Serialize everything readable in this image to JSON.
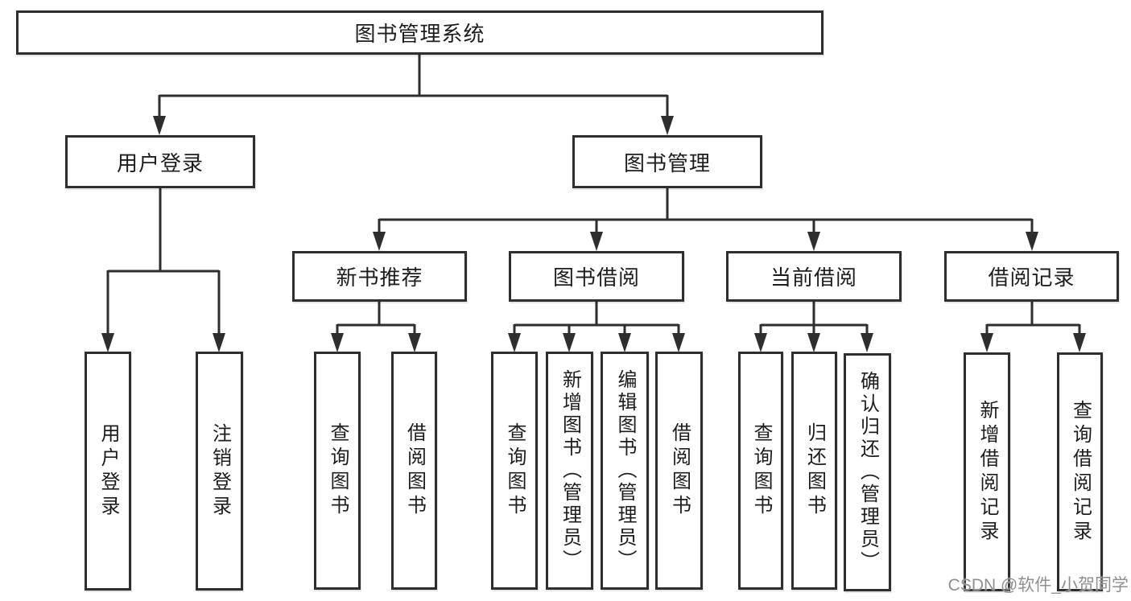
{
  "tree": {
    "root": {
      "label": "图书管理系统",
      "children": [
        {
          "label": "用户登录",
          "children": [
            {
              "label": "用户登录"
            },
            {
              "label": "注销登录"
            }
          ]
        },
        {
          "label": "图书管理",
          "children": [
            {
              "label": "新书推荐",
              "children": [
                {
                  "label": "查询图书"
                },
                {
                  "label": "借阅图书"
                }
              ]
            },
            {
              "label": "图书借阅",
              "children": [
                {
                  "label": "查询图书"
                },
                {
                  "label": "新增图书（管理员）"
                },
                {
                  "label": "编辑图书（管理员）"
                },
                {
                  "label": "借阅图书"
                }
              ]
            },
            {
              "label": "当前借阅",
              "children": [
                {
                  "label": "查询图书"
                },
                {
                  "label": "归还图书"
                },
                {
                  "label": "确认归还（管理员）"
                }
              ]
            },
            {
              "label": "借阅记录",
              "children": [
                {
                  "label": "新增借阅记录"
                },
                {
                  "label": "查询借阅记录"
                }
              ]
            }
          ]
        }
      ]
    }
  },
  "watermark": {
    "text": "CSDN @软件_小贺同学"
  },
  "colors": {
    "line": "#2e2e2e",
    "text": "#1d1d1d",
    "watermark_text": "#8f8f8f",
    "background": "#ffffff"
  }
}
